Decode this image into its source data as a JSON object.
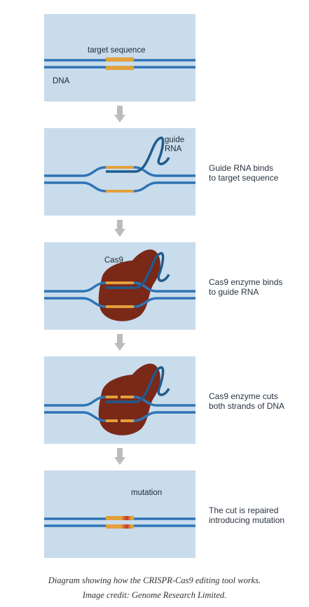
{
  "panels": [
    {
      "labels": {
        "target": "target sequence",
        "dna": "DNA"
      },
      "description": ""
    },
    {
      "labels": {
        "guide": "guide\nRNA"
      },
      "description": "Guide RNA binds\nto target sequence"
    },
    {
      "labels": {
        "cas9": "Cas9"
      },
      "description": "Cas9 enzyme binds\nto guide RNA"
    },
    {
      "labels": {},
      "description": "Cas9 enzyme cuts\nboth strands of DNA"
    },
    {
      "labels": {
        "mutation": "mutation"
      },
      "description": "The cut is repaired\nintroducing mutation"
    }
  ],
  "caption": {
    "line1": "Diagram showing how the CRISPR-Cas9 editing tool works.",
    "line2": "Image credit: Genome Research Limited."
  },
  "colors": {
    "panel_bg": "#c9dcec",
    "dna": "#2f74b5",
    "target": "#e2a13c",
    "guide_rna": "#1f5b8c",
    "cas9": "#7a2818",
    "mutation": "#c0392b",
    "arrow": "#bcbcbc"
  }
}
